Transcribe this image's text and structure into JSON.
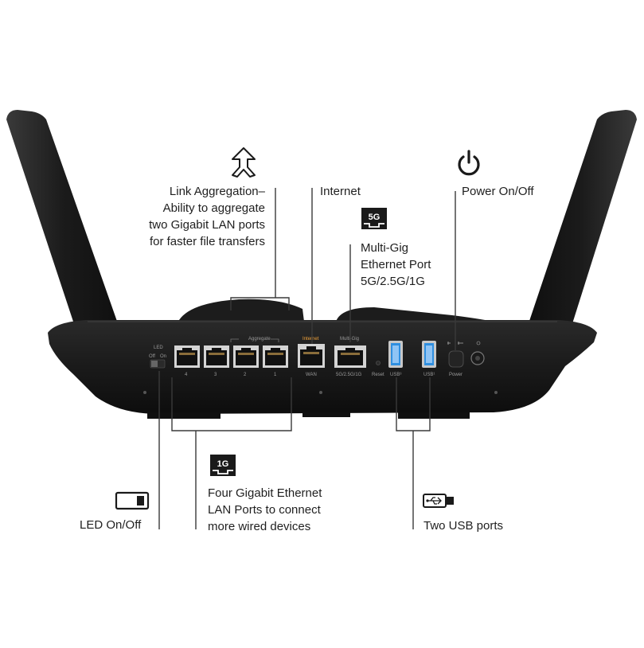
{
  "callouts": {
    "link_aggregation": [
      "Link Aggregation–",
      "Ability to aggregate",
      "two Gigabit LAN ports",
      "for faster file transfers"
    ],
    "internet": "Internet",
    "power": "Power On/Off",
    "multigig": [
      "Multi-Gig",
      "Ethernet Port",
      "5G/2.5G/1G"
    ],
    "led": "LED On/Off",
    "lan": [
      "Four Gigabit Ethernet",
      "LAN Ports to connect",
      "more wired devices"
    ],
    "usb": "Two USB ports"
  },
  "badges": {
    "multigig": "5G",
    "lan": "1G"
  },
  "device_labels": {
    "led": "LED",
    "off": "Off",
    "on": "On",
    "aggregate": "Aggregate",
    "internet": "Internet",
    "multigig": "Multi-Gig",
    "port_numbers": [
      "4",
      "3",
      "2",
      "1"
    ],
    "wan": "WAN",
    "multigig_port": "5G/2.5G/1G",
    "reset": "Reset",
    "usb3": "USB³",
    "usb1": "USB¹",
    "power": "Power"
  },
  "colors": {
    "device": "#161616",
    "accent_orange": "#f2a33a",
    "usb_blue": "#2f8fe0",
    "lines": "#3a3a3a"
  },
  "icons": [
    "merge-arrows-icon",
    "power-icon",
    "5g-port-icon",
    "1g-port-icon",
    "toggle-switch-icon",
    "usb-stick-icon"
  ]
}
